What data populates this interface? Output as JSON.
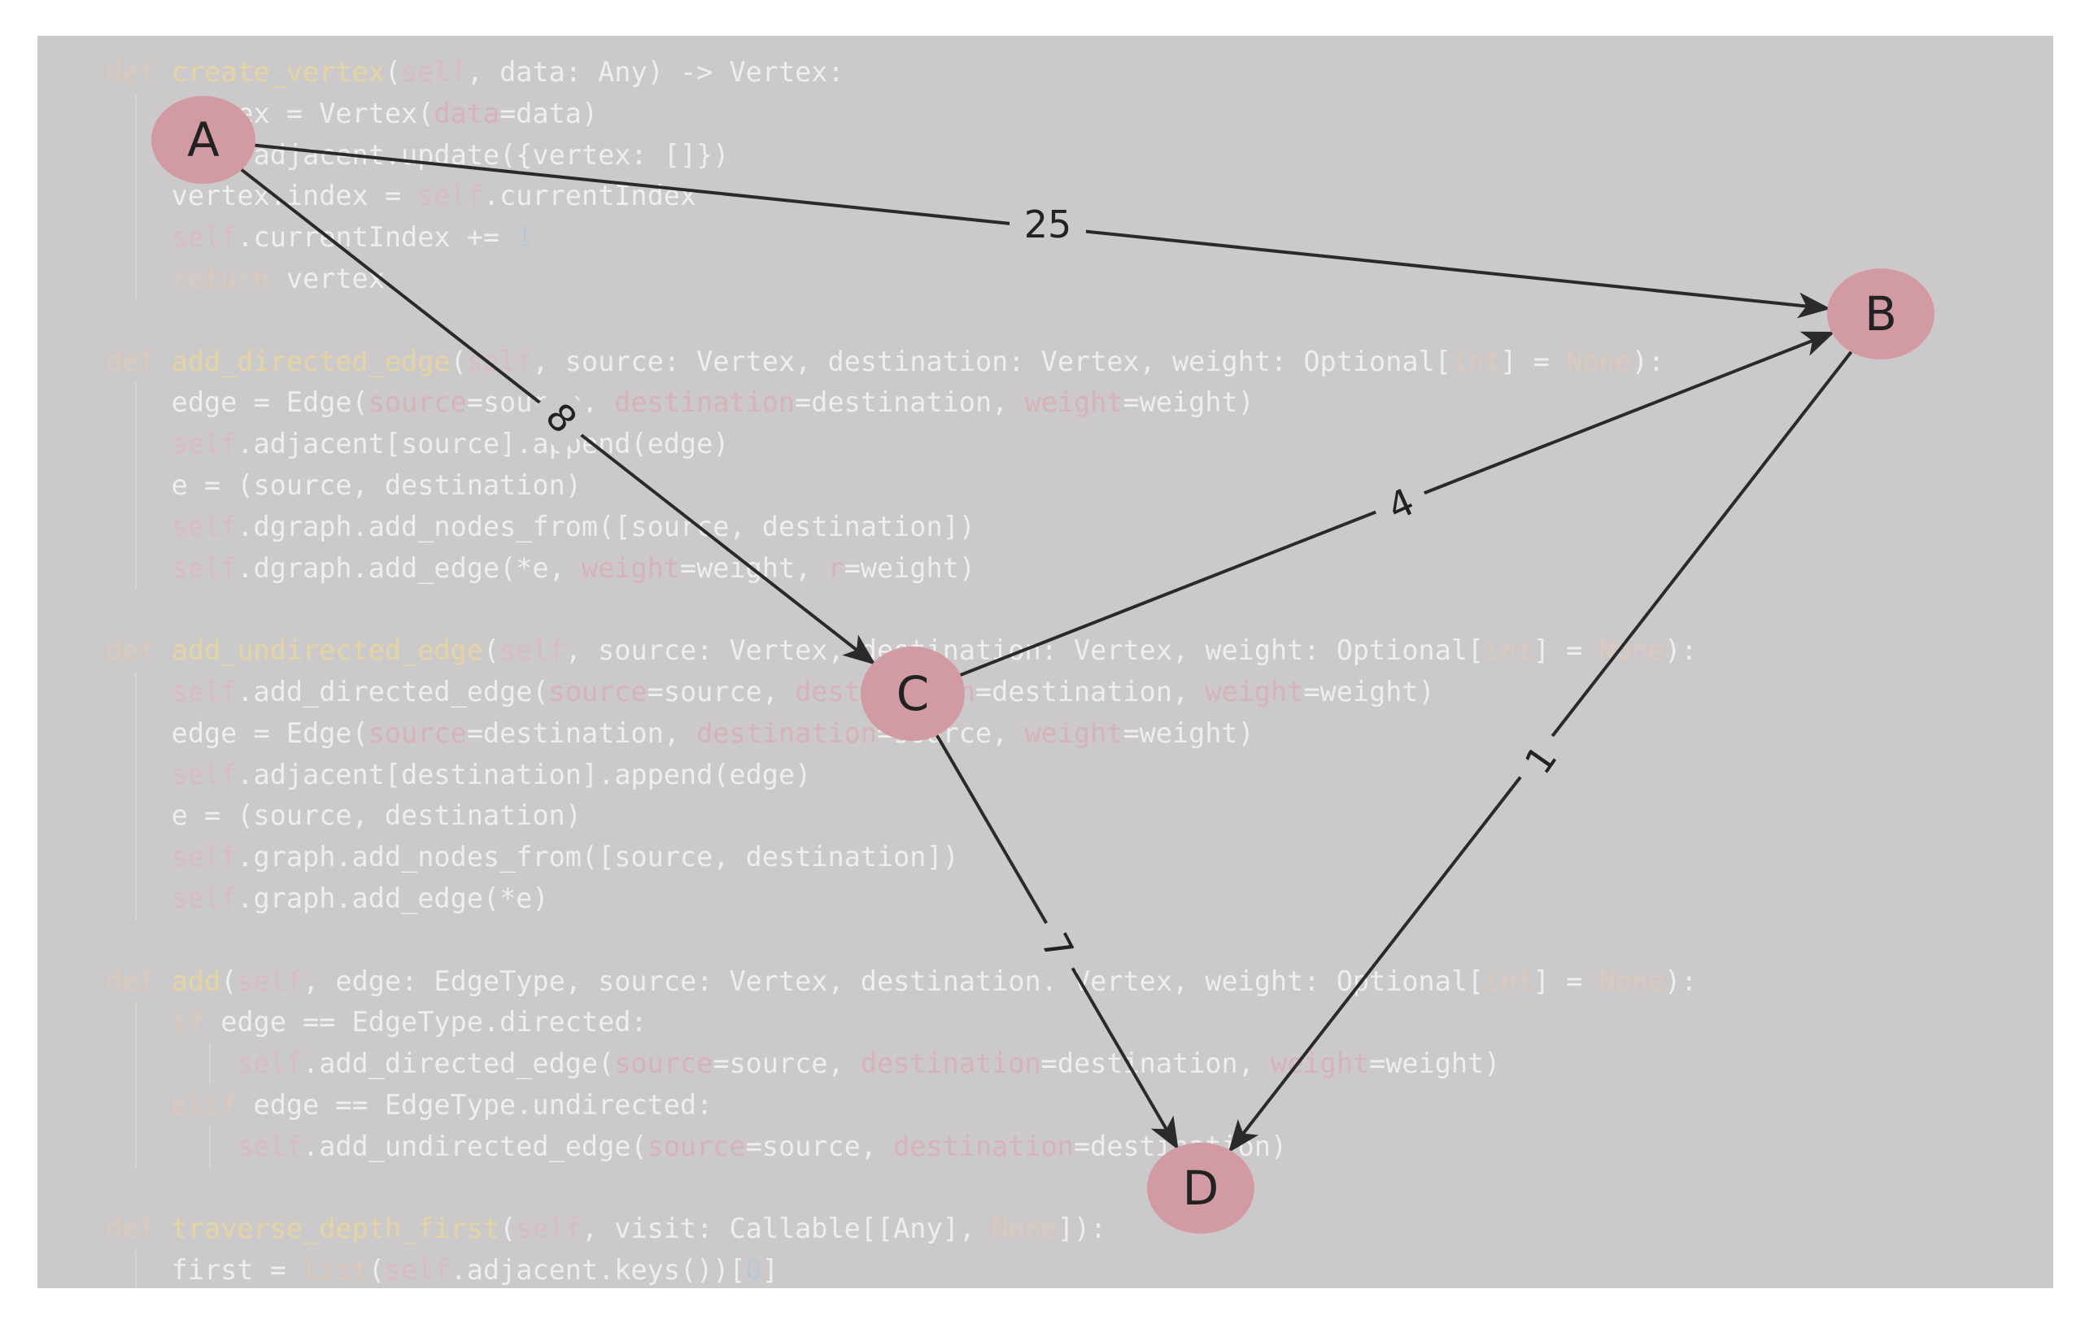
{
  "code_lines": [
    [
      [
        "kw",
        "def "
      ],
      [
        "fn",
        "create_vertex"
      ],
      [
        "txt",
        "("
      ],
      [
        "self",
        "self"
      ],
      [
        "txt",
        ", data: Any) -> Vertex:"
      ]
    ],
    [
      [
        "txt",
        "    vertex = Vertex("
      ],
      [
        "arg",
        "data"
      ],
      [
        "txt",
        "=data)"
      ]
    ],
    [
      [
        "txt",
        "    "
      ],
      [
        "self",
        "self"
      ],
      [
        "txt",
        ".adjacent.update({vertex: []})"
      ]
    ],
    [
      [
        "txt",
        "    vertex.index = "
      ],
      [
        "self",
        "self"
      ],
      [
        "txt",
        ".currentIndex"
      ]
    ],
    [
      [
        "txt",
        "    "
      ],
      [
        "self",
        "self"
      ],
      [
        "txt",
        ".currentIndex += "
      ],
      [
        "num",
        "1"
      ]
    ],
    [
      [
        "kw",
        "    return "
      ],
      [
        "txt",
        "vertex"
      ]
    ],
    [],
    [
      [
        "kw",
        "def "
      ],
      [
        "fn",
        "add_directed_edge"
      ],
      [
        "txt",
        "("
      ],
      [
        "self",
        "self"
      ],
      [
        "txt",
        ", source: Vertex, destination: Vertex, weight: Optional["
      ],
      [
        "kw",
        "int"
      ],
      [
        "txt",
        "] = "
      ],
      [
        "kw",
        "None"
      ],
      [
        "txt",
        "):"
      ]
    ],
    [
      [
        "txt",
        "    edge = Edge("
      ],
      [
        "arg",
        "source"
      ],
      [
        "txt",
        "=source, "
      ],
      [
        "arg",
        "destination"
      ],
      [
        "txt",
        "=destination, "
      ],
      [
        "arg",
        "weight"
      ],
      [
        "txt",
        "=weight)"
      ]
    ],
    [
      [
        "txt",
        "    "
      ],
      [
        "self",
        "self"
      ],
      [
        "txt",
        ".adjacent[source].append(edge)"
      ]
    ],
    [
      [
        "txt",
        "    e = (source, destination)"
      ]
    ],
    [
      [
        "txt",
        "    "
      ],
      [
        "self",
        "self"
      ],
      [
        "txt",
        ".dgraph.add_nodes_from([source, destination])"
      ]
    ],
    [
      [
        "txt",
        "    "
      ],
      [
        "self",
        "self"
      ],
      [
        "txt",
        ".dgraph.add_edge(*e, "
      ],
      [
        "arg",
        "weight"
      ],
      [
        "txt",
        "=weight, "
      ],
      [
        "arg",
        "r"
      ],
      [
        "txt",
        "=weight)"
      ]
    ],
    [],
    [
      [
        "kw",
        "def "
      ],
      [
        "fn",
        "add_undirected_edge"
      ],
      [
        "txt",
        "("
      ],
      [
        "self",
        "self"
      ],
      [
        "txt",
        ", source: Vertex, destination: Vertex, weight: Optional["
      ],
      [
        "kw",
        "int"
      ],
      [
        "txt",
        "] = "
      ],
      [
        "kw",
        "None"
      ],
      [
        "txt",
        "):"
      ]
    ],
    [
      [
        "txt",
        "    "
      ],
      [
        "self",
        "self"
      ],
      [
        "txt",
        ".add_directed_edge("
      ],
      [
        "arg",
        "source"
      ],
      [
        "txt",
        "=source, "
      ],
      [
        "arg",
        "destination"
      ],
      [
        "txt",
        "=destination, "
      ],
      [
        "arg",
        "weight"
      ],
      [
        "txt",
        "=weight)"
      ]
    ],
    [
      [
        "txt",
        "    edge = Edge("
      ],
      [
        "arg",
        "source"
      ],
      [
        "txt",
        "=destination, "
      ],
      [
        "arg",
        "destination"
      ],
      [
        "txt",
        "=source, "
      ],
      [
        "arg",
        "weight"
      ],
      [
        "txt",
        "=weight)"
      ]
    ],
    [
      [
        "txt",
        "    "
      ],
      [
        "self",
        "self"
      ],
      [
        "txt",
        ".adjacent[destination].append(edge)"
      ]
    ],
    [
      [
        "txt",
        "    e = (source, destination)"
      ]
    ],
    [
      [
        "txt",
        "    "
      ],
      [
        "self",
        "self"
      ],
      [
        "txt",
        ".graph.add_nodes_from([source, destination])"
      ]
    ],
    [
      [
        "txt",
        "    "
      ],
      [
        "self",
        "self"
      ],
      [
        "txt",
        ".graph.add_edge(*e)"
      ]
    ],
    [],
    [
      [
        "kw",
        "def "
      ],
      [
        "fn",
        "add"
      ],
      [
        "txt",
        "("
      ],
      [
        "self",
        "self"
      ],
      [
        "txt",
        ", edge: EdgeType, source: Vertex, destination: Vertex, weight: Optional["
      ],
      [
        "kw",
        "int"
      ],
      [
        "txt",
        "] = "
      ],
      [
        "kw",
        "None"
      ],
      [
        "txt",
        "):"
      ]
    ],
    [
      [
        "kw",
        "    if "
      ],
      [
        "txt",
        "edge == EdgeType.directed:"
      ]
    ],
    [
      [
        "txt",
        "        "
      ],
      [
        "self",
        "self"
      ],
      [
        "txt",
        ".add_directed_edge("
      ],
      [
        "arg",
        "source"
      ],
      [
        "txt",
        "=source, "
      ],
      [
        "arg",
        "destination"
      ],
      [
        "txt",
        "=destination, "
      ],
      [
        "arg",
        "weight"
      ],
      [
        "txt",
        "=weight)"
      ]
    ],
    [
      [
        "kw",
        "    elif "
      ],
      [
        "txt",
        "edge == EdgeType.undirected:"
      ]
    ],
    [
      [
        "txt",
        "        "
      ],
      [
        "self",
        "self"
      ],
      [
        "txt",
        ".add_undirected_edge("
      ],
      [
        "arg",
        "source"
      ],
      [
        "txt",
        "=source, "
      ],
      [
        "arg",
        "destination"
      ],
      [
        "txt",
        "=destination)"
      ]
    ],
    [],
    [
      [
        "kw",
        "def "
      ],
      [
        "fn",
        "traverse_depth_first"
      ],
      [
        "txt",
        "("
      ],
      [
        "self",
        "self"
      ],
      [
        "txt",
        ", visit: Callable[[Any], "
      ],
      [
        "kw",
        "None"
      ],
      [
        "txt",
        "]):"
      ]
    ],
    [
      [
        "txt",
        "    first = "
      ],
      [
        "kw",
        "list"
      ],
      [
        "txt",
        "("
      ],
      [
        "self",
        "self"
      ],
      [
        "txt",
        ".adjacent.keys())["
      ],
      [
        "num",
        "0"
      ],
      [
        "txt",
        "]"
      ]
    ]
  ],
  "colors": {
    "background": "#cbc9ca",
    "node_fill": "#d29aa3",
    "edge": "#2a2a2a"
  },
  "graph": {
    "nodes": [
      {
        "id": "A",
        "label": "A"
      },
      {
        "id": "B",
        "label": "B"
      },
      {
        "id": "C",
        "label": "C"
      },
      {
        "id": "D",
        "label": "D"
      }
    ],
    "edges": [
      {
        "from": "A",
        "to": "B",
        "weight": "25"
      },
      {
        "from": "A",
        "to": "C",
        "weight": "8"
      },
      {
        "from": "C",
        "to": "B",
        "weight": "4"
      },
      {
        "from": "C",
        "to": "D",
        "weight": "7"
      },
      {
        "from": "B",
        "to": "D",
        "weight": "1"
      }
    ]
  }
}
